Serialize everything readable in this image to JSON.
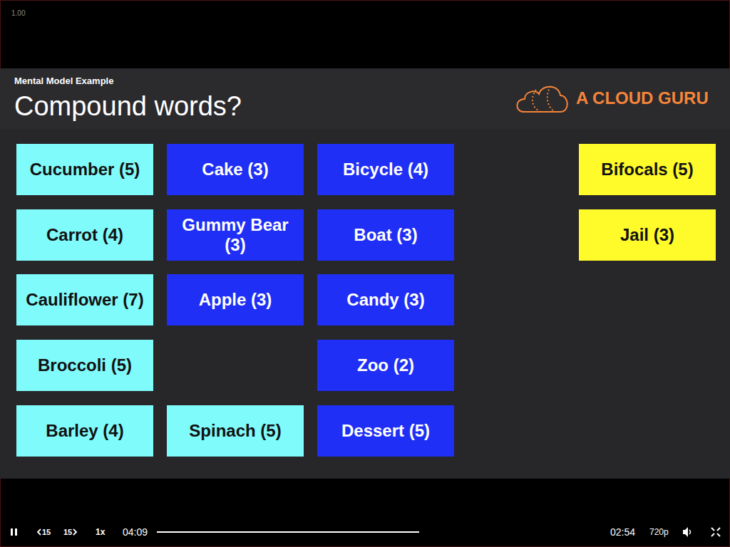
{
  "diagram": {
    "title": "Compound words?",
    "nodes": [
      {
        "text": [
          "Cucumber (5)"
        ]
      },
      {
        "text": [
          "Cake (3)"
        ]
      },
      {
        "text": [
          "Bicycle (4)"
        ]
      },
      {
        "text": [
          "Bifocals (5)"
        ]
      },
      {
        "text": [
          "Carrot (4)"
        ]
      },
      {
        "text": [
          "Gummy Bear (3)"
        ]
      },
      {
        "text": [
          "Boat (3)"
        ]
      },
      {
        "text": [
          "Jail (3)"
        ]
      },
      {
        "text": [
          "Cauliflower (7)"
        ]
      },
      {
        "text": [
          "Apple (3)"
        ]
      },
      {
        "text": [
          "Candy (3)"
        ]
      },
      {
        "text": [
          "Broccoli (5)"
        ]
      },
      {
        "text": [
          "Zoo (2)"
        ]
      },
      {
        "text": [
          "Barley (4)"
        ]
      },
      {
        "text": [
          "Spinach (5)"
        ]
      },
      {
        "text": [
          "Dessert (5)"
        ]
      }
    ],
    "labels": [
      "1.00",
      "Mental Model Example",
      "A CLOUD GURU",
      "15",
      "15",
      "1x",
      "04:09",
      "02:54",
      "720p"
    ]
  }
}
